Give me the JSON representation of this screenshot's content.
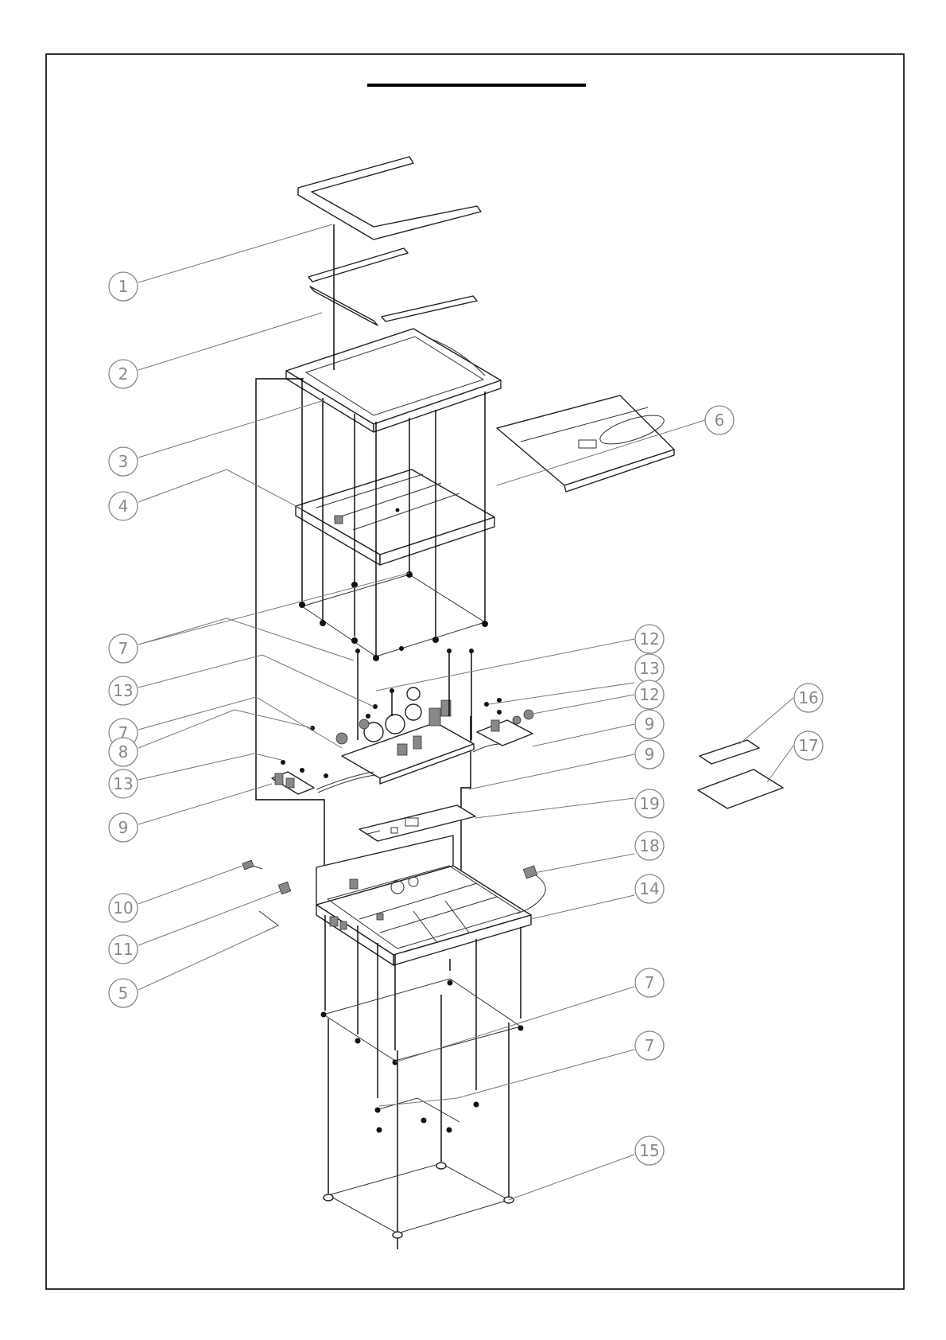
{
  "diagram": {
    "title": "",
    "callouts": [
      {
        "id": "c1",
        "label": "1"
      },
      {
        "id": "c2",
        "label": "2"
      },
      {
        "id": "c3",
        "label": "3"
      },
      {
        "id": "c4",
        "label": "4"
      },
      {
        "id": "c6",
        "label": "6"
      },
      {
        "id": "c7a",
        "label": "7"
      },
      {
        "id": "c13a",
        "label": "13"
      },
      {
        "id": "c7b",
        "label": "7"
      },
      {
        "id": "c8",
        "label": "8"
      },
      {
        "id": "c13b",
        "label": "13"
      },
      {
        "id": "c9a",
        "label": "9"
      },
      {
        "id": "c12a",
        "label": "12"
      },
      {
        "id": "c13c",
        "label": "13"
      },
      {
        "id": "c12b",
        "label": "12"
      },
      {
        "id": "c9b",
        "label": "9"
      },
      {
        "id": "c9c",
        "label": "9"
      },
      {
        "id": "c19",
        "label": "19"
      },
      {
        "id": "c16",
        "label": "16"
      },
      {
        "id": "c17",
        "label": "17"
      },
      {
        "id": "c18",
        "label": "18"
      },
      {
        "id": "c14",
        "label": "14"
      },
      {
        "id": "c10",
        "label": "10"
      },
      {
        "id": "c11",
        "label": "11"
      },
      {
        "id": "c5",
        "label": "5"
      },
      {
        "id": "c7c",
        "label": "7"
      },
      {
        "id": "c7d",
        "label": "7"
      },
      {
        "id": "c15",
        "label": "15"
      }
    ]
  }
}
